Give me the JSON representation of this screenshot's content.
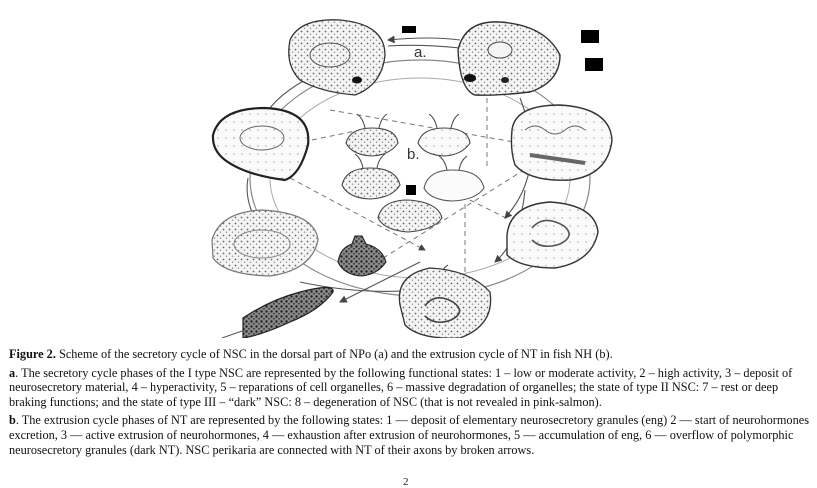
{
  "figure": {
    "panel_labels": {
      "a": "a.",
      "b": "b."
    },
    "description": "Scheme of neurosecretory cells (NSC) and neurohypophysis terminals (NT) connected by arrows",
    "nsc_states": [
      "1",
      "2",
      "3",
      "4",
      "5",
      "6",
      "7",
      "8"
    ],
    "nt_states": [
      "1",
      "2",
      "3",
      "4",
      "5",
      "6"
    ],
    "redaction_color": "#000000"
  },
  "caption": {
    "title_label": "Figure 2.",
    "title_text": " Scheme of the secretory cycle of NSC in the dorsal part of NPo (a) and the extrusion cycle of NT in fish NH (b).",
    "a_label": "a",
    "a_text": ". The secretory cycle phases of the I type NSC are represented by the following functional states: 1 – low or moderate activity, 2 – high activity, 3 – deposit of neurosecretory material, 4 – hyperactivity, 5 – reparations of cell organelles, 6 – massive degradation of organelles; the state of type II NSC: 7 – rest or deep braking functions; and the state of type III – “dark” NSC: 8 – degeneration of NSC (that is not revealed in pink-salmon).",
    "b_label": "b",
    "b_text": ". The extrusion cycle phases of NT are represented by the following states: 1 — deposit of elementary neurosecretory granules (eng) 2 — start of neurohormones excretion, 3 — active extrusion of neurohormones, 4 — exhaustion after extrusion of neurohormones, 5 — accumulation of eng, 6 — overflow of polymorphic neurosecretory granules (dark NT). NSC perikaria are connected with NT of their axons by broken arrows."
  },
  "page_number": "2"
}
